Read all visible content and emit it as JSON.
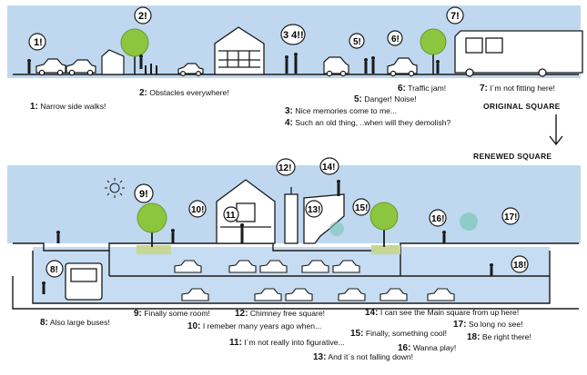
{
  "labels": {
    "original_square": "ORIGINAL SQUARE",
    "renewed_square": "RENEWED SQUARE",
    "arrow_glyph": "↓"
  },
  "top_bubbles": [
    {
      "text": "1!"
    },
    {
      "text": "2!"
    },
    {
      "text": "3 4!!"
    },
    {
      "text": "5!"
    },
    {
      "text": "6!"
    },
    {
      "text": "7!"
    }
  ],
  "bottom_bubbles": [
    {
      "text": "8!"
    },
    {
      "text": "9!"
    },
    {
      "text": "10!"
    },
    {
      "text": "11"
    },
    {
      "text": "12!"
    },
    {
      "text": "13!"
    },
    {
      "text": "14!"
    },
    {
      "text": "15!"
    },
    {
      "text": "16!"
    },
    {
      "text": "17!"
    },
    {
      "text": "18!"
    }
  ],
  "top_captions": [
    {
      "num": "1:",
      "text": "Narrow side walks!"
    },
    {
      "num": "2:",
      "text": "Obstacles everywhere!"
    },
    {
      "num": "3:",
      "text": "Nice memories come to me..."
    },
    {
      "num": "4:",
      "text": "Such an old thing, ..when will they demolish?"
    },
    {
      "num": "5:",
      "text": "Danger! Noise!"
    },
    {
      "num": "6:",
      "text": "Traffic jam!"
    },
    {
      "num": "7:",
      "text": "I´m not fitting here!"
    }
  ],
  "bottom_captions": [
    {
      "num": "8:",
      "text": "Also large buses!"
    },
    {
      "num": "9:",
      "text": "Finally some room!"
    },
    {
      "num": "10:",
      "text": "I remeber many years ago when..."
    },
    {
      "num": "11:",
      "text": "I´m not really into figurative..."
    },
    {
      "num": "12:",
      "text": "Chimney free square!"
    },
    {
      "num": "13:",
      "text": "And it´s not falling down!"
    },
    {
      "num": "14:",
      "text": "I can see the Main square from up here!"
    },
    {
      "num": "15:",
      "text": "Finally, something cool!"
    },
    {
      "num": "16:",
      "text": "Wanna play!"
    },
    {
      "num": "17:",
      "text": "So long no see!"
    },
    {
      "num": "18:",
      "text": "Be right there!"
    }
  ],
  "colors": {
    "sky": "#bfd8f0",
    "tree": "#8cc63f",
    "grass": "#c8d694",
    "underground": "#c6dcf2",
    "water_blob": "#79c7b7",
    "ink": "#1a1a1a"
  }
}
